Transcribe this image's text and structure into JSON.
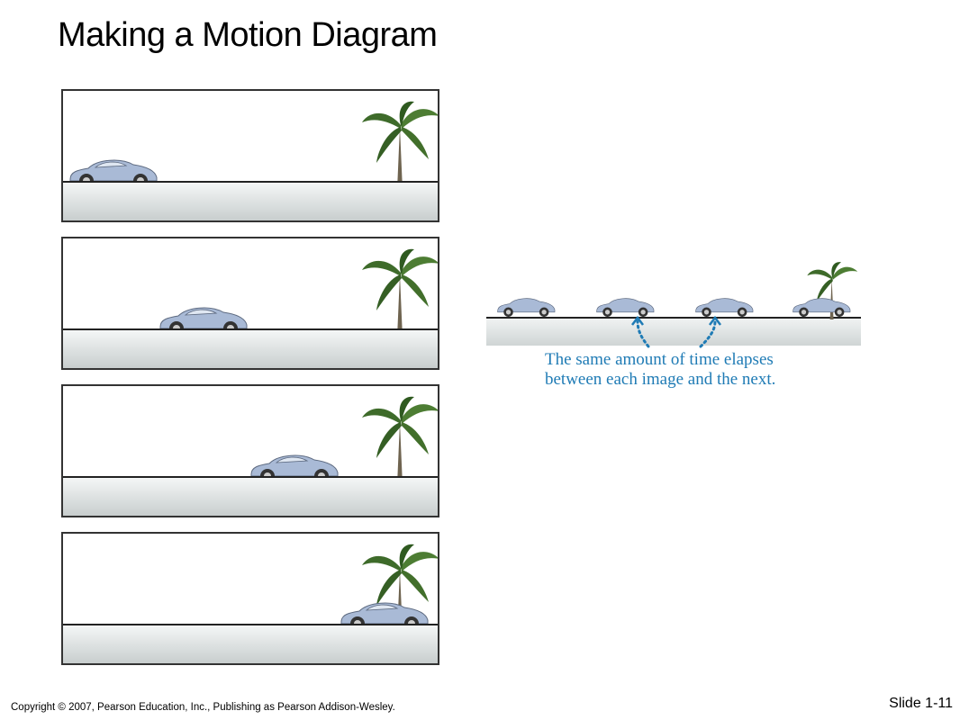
{
  "slide": {
    "title": "Making a Motion Diagram",
    "note_line1": "The same amount of time elapses",
    "note_line2": "between each image and the next.",
    "copyright": "Copyright © 2007, Pearson Education, Inc., Publishing as Pearson Addison-Wesley.",
    "slide_number": "Slide 1-11"
  },
  "colors": {
    "note_text": "#1f7bb5",
    "car_body": "#a9bad6",
    "tree_leaf": "#3e6b2a",
    "trunk": "#6f6450"
  },
  "icons": [
    "car-icon",
    "palm-tree-icon",
    "dotted-arrow-icon"
  ]
}
